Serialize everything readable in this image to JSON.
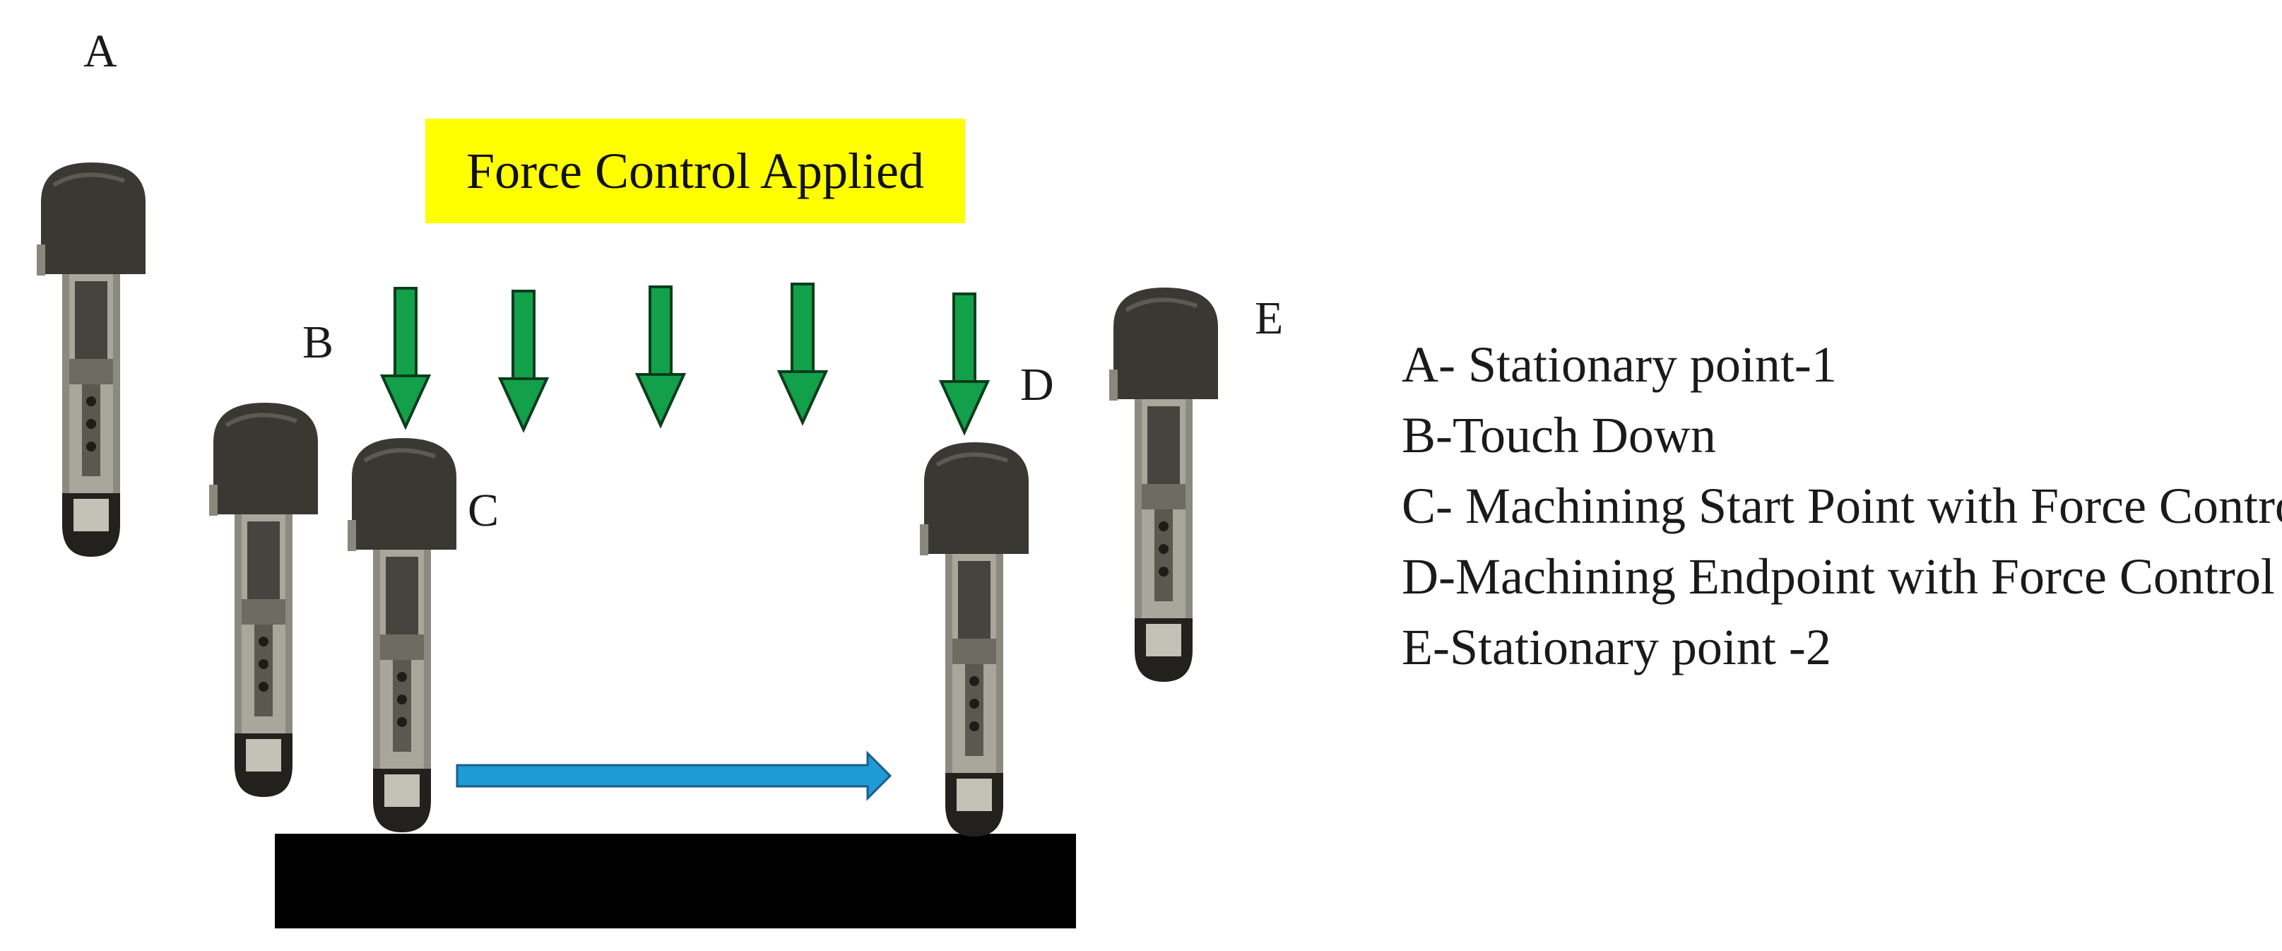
{
  "banner": {
    "text": "Force Control Applied"
  },
  "points": {
    "a": "A",
    "b": "B",
    "c": "C",
    "d": "D",
    "e": "E"
  },
  "legend": {
    "items": [
      "A- Stationary point-1",
      "B-Touch Down",
      "C- Machining Start Point with Force Control",
      "D-Machining Endpoint with Force Control",
      "E-Stationary point -2"
    ]
  },
  "colors": {
    "banner": "#ffff00",
    "force_arrow": "#13a04a",
    "motion_arrow": "#1f9ad6",
    "workpiece": "#000000",
    "tool_body": "#3a3832"
  }
}
